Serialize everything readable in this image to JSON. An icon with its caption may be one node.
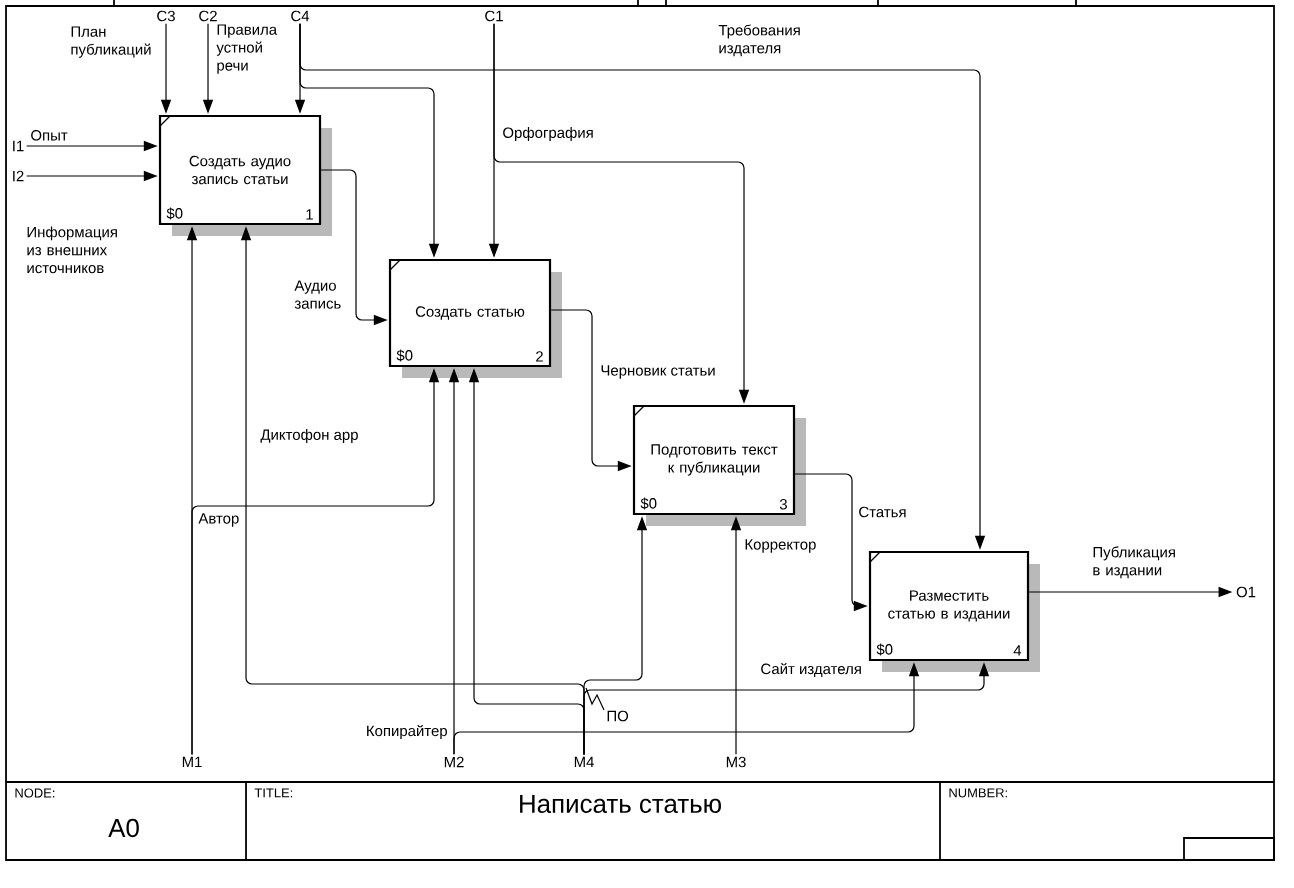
{
  "diagram": {
    "title": "Написать статью",
    "nodes": [
      {
        "text": [
          "Создать аудио запись статьи",
          "$0",
          "1"
        ]
      },
      {
        "text": [
          "Создать статью",
          "$0",
          "2"
        ]
      },
      {
        "text": [
          "Подготовить текст к публикации",
          "$0",
          "3"
        ]
      },
      {
        "text": [
          "Разместить статью в издании",
          "$0",
          "4"
        ]
      },
      {
        "text": [
          "I1"
        ]
      },
      {
        "text": [
          "I2"
        ]
      },
      {
        "text": [
          "C3"
        ]
      },
      {
        "text": [
          "C2"
        ]
      },
      {
        "text": [
          "C4"
        ]
      },
      {
        "text": [
          "C1"
        ]
      },
      {
        "text": [
          "M1"
        ]
      },
      {
        "text": [
          "M2"
        ]
      },
      {
        "text": [
          "M4"
        ]
      },
      {
        "text": [
          "M3"
        ]
      },
      {
        "text": [
          "O1"
        ]
      }
    ],
    "edges": [
      {
        "from": 4,
        "to": 0,
        "arrow": "to",
        "label": "Опыт"
      },
      {
        "from": 5,
        "to": 0,
        "arrow": "to",
        "label": "Информация из внешних источников"
      },
      {
        "from": 6,
        "to": 0,
        "arrow": "to",
        "label": "План публикаций"
      },
      {
        "from": 7,
        "to": 0,
        "arrow": "to",
        "label": "Правила устной речи"
      },
      {
        "from": 8,
        "to": 0,
        "arrow": "to"
      },
      {
        "from": 8,
        "to": 1,
        "arrow": "to"
      },
      {
        "from": 8,
        "to": 3,
        "arrow": "to",
        "label": "Требования издателя"
      },
      {
        "from": 9,
        "to": 1,
        "arrow": "to",
        "label": "Орфография"
      },
      {
        "from": 9,
        "to": 2,
        "arrow": "to"
      },
      {
        "from": 0,
        "to": 1,
        "arrow": "to",
        "label": "Аудио запись"
      },
      {
        "from": 1,
        "to": 2,
        "arrow": "to",
        "label": "Черновик статьи"
      },
      {
        "from": 2,
        "to": 3,
        "arrow": "to",
        "label": "Статья"
      },
      {
        "from": 3,
        "to": 14,
        "arrow": "to",
        "label": "Публикация в издании"
      },
      {
        "from": 10,
        "to": 0,
        "arrow": "to"
      },
      {
        "from": 10,
        "to": 1,
        "arrow": "to",
        "label": "Автор"
      },
      {
        "from": 11,
        "to": 1,
        "arrow": "to",
        "label": "Копирайтер"
      },
      {
        "from": 11,
        "to": 3,
        "arrow": "to"
      },
      {
        "from": 13,
        "to": 2,
        "arrow": "to",
        "label": "Корректор"
      },
      {
        "from": 12,
        "to": 0,
        "arrow": "to",
        "label": "Диктофон app"
      },
      {
        "from": 12,
        "to": 1,
        "arrow": "to",
        "label": "ПО"
      },
      {
        "from": 12,
        "to": 2,
        "arrow": "to"
      },
      {
        "from": 12,
        "to": 3,
        "arrow": "to",
        "label": "Сайт издателя"
      }
    ],
    "labels": [
      "NODE:",
      "TITLE:",
      "NUMBER:",
      "A0"
    ]
  }
}
